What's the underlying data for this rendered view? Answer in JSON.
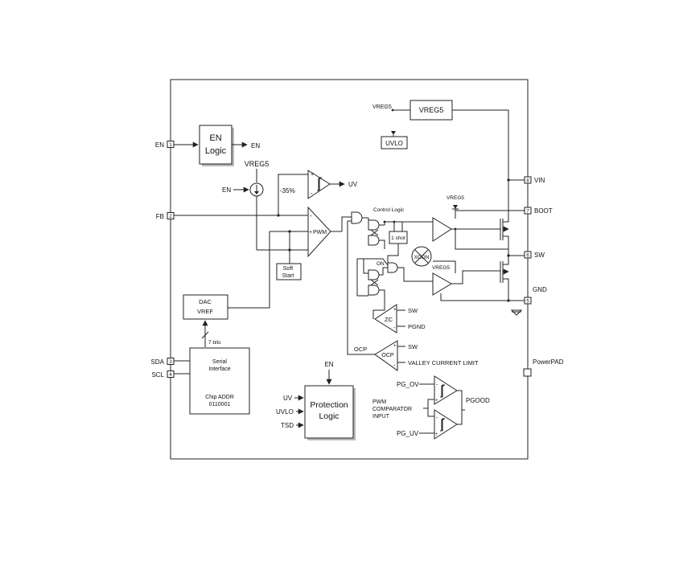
{
  "pins": {
    "en": {
      "name": "EN",
      "num": "1"
    },
    "fb": {
      "name": "FB",
      "num": "2"
    },
    "sda": {
      "name": "SDA",
      "num": "3"
    },
    "scl": {
      "name": "SCL",
      "num": "4"
    },
    "gnd": {
      "name": "GND",
      "num": "5"
    },
    "sw": {
      "name": "SW",
      "num": "6"
    },
    "boot": {
      "name": "BOOT",
      "num": "7"
    },
    "vin": {
      "name": "VIN",
      "num": "8"
    },
    "powerpad": {
      "name": "PowerPAD"
    }
  },
  "blocks": {
    "en_logic": [
      "EN",
      "Logic"
    ],
    "en_logic_out": "EN",
    "vreg5_box": "VREG5",
    "vreg5_in": "VREG5",
    "uvlo": "UVLO",
    "vreg5_src": "VREG5",
    "en_src": "EN",
    "uv_comp": {
      "minus35": "-35%",
      "out": "UV"
    },
    "pwm": "PWM",
    "soft_start": [
      "Soft",
      "Start"
    ],
    "dac": [
      "DAC",
      "VREF"
    ],
    "bits": "7 bits",
    "serial": [
      "Serial",
      "Interface"
    ],
    "chip_addr": [
      "Chip ADDR",
      "0110001"
    ],
    "control_logic": "Control Logic",
    "one_shot": "1 shot",
    "on": "ON",
    "xcon": "XCON",
    "vreg5_top": "VREG5",
    "vreg5_mid": "VREG5",
    "zc": {
      "label": "ZC",
      "sw": "SW",
      "pgnd": "PGND"
    },
    "ocp": {
      "label": "OCP",
      "left": "OCP",
      "sw": "SW",
      "limit": "VALLEY CURRENT LIMIT"
    },
    "protection": {
      "title": [
        "Protection",
        "Logic"
      ],
      "en": "EN",
      "inputs": [
        "UV",
        "UVLO",
        "TSD"
      ]
    },
    "pgood": {
      "pg_ov": "PG_OV",
      "pg_uv": "PG_UV",
      "pwm_in": [
        "PWM",
        "COMPARATOR",
        "INPUT"
      ],
      "out": "PGOOD"
    }
  }
}
